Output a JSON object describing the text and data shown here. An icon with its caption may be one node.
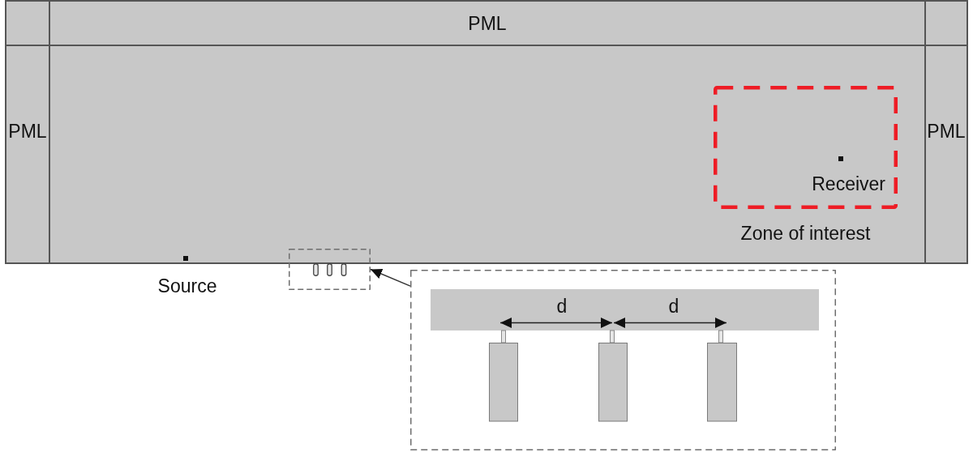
{
  "diagram": {
    "nodes": [
      {
        "text": [],
        "shape": "box"
      },
      {
        "text": [
          "PML"
        ]
      },
      {
        "text": [],
        "shape": "box"
      },
      {
        "text": [
          "PML"
        ]
      },
      {
        "text": [],
        "shape": "box"
      },
      {
        "text": [
          "Zone of interest"
        ],
        "in": 4
      },
      {
        "text": [
          "PML"
        ]
      },
      {
        "text": [],
        "shape": "box"
      },
      {
        "text": [],
        "shape": "box"
      }
    ],
    "edges": [
      {
        "from": 8,
        "to": 7,
        "arrow": "to"
      }
    ],
    "labels": [
      "Receiver",
      "Source",
      "d",
      "d"
    ]
  }
}
